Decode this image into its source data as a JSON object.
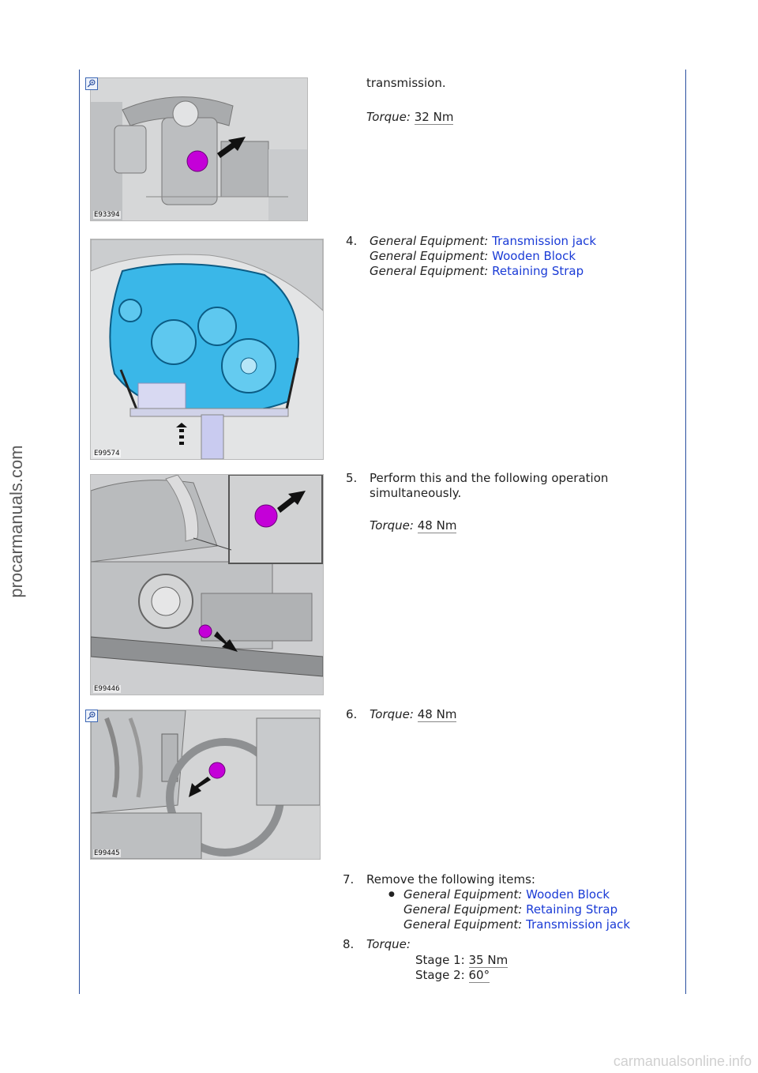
{
  "watermarks": {
    "side": "procarmanuals.com",
    "bottom": "carmanualsonline.info"
  },
  "figures": [
    {
      "code": "E93394"
    },
    {
      "code": "E99574"
    },
    {
      "code": "E99446"
    },
    {
      "code": "E99445"
    }
  ],
  "steps": {
    "s3": {
      "text": "transmission.",
      "torque_label": "Torque:",
      "torque_value": "32 Nm"
    },
    "s4": {
      "number": "4.",
      "lines": [
        {
          "label": "General Equipment:",
          "value": "Transmission jack"
        },
        {
          "label": "General Equipment:",
          "value": "Wooden Block"
        },
        {
          "label": "General Equipment:",
          "value": "Retaining Strap"
        }
      ]
    },
    "s5": {
      "number": "5.",
      "text1": "Perform this and the following operation",
      "text2": "simultaneously.",
      "torque_label": "Torque:",
      "torque_value": "48 Nm"
    },
    "s6": {
      "number": "6.",
      "torque_label": "Torque:",
      "torque_value": "48 Nm"
    },
    "s7": {
      "number": "7.",
      "text": "Remove the following items:",
      "lines": [
        {
          "label": "General Equipment:",
          "value": "Wooden Block"
        },
        {
          "label": "General Equipment:",
          "value": "Retaining Strap"
        },
        {
          "label": "General Equipment:",
          "value": "Transmission jack"
        }
      ]
    },
    "s8": {
      "number": "8.",
      "torque_label": "Torque:",
      "stage1_label": "Stage 1:",
      "stage1_value": "35 Nm",
      "stage2_label": "Stage 2:",
      "stage2_value": "60°"
    }
  },
  "colors": {
    "rule": "#2a4fa0",
    "link": "#1a3bd6",
    "highlight": "#c400d8",
    "component": "#3ab7e8"
  },
  "icons": {
    "zoom": "zoom-in-icon",
    "bullet": "bullet-icon",
    "arrow": "arrow-icon"
  }
}
